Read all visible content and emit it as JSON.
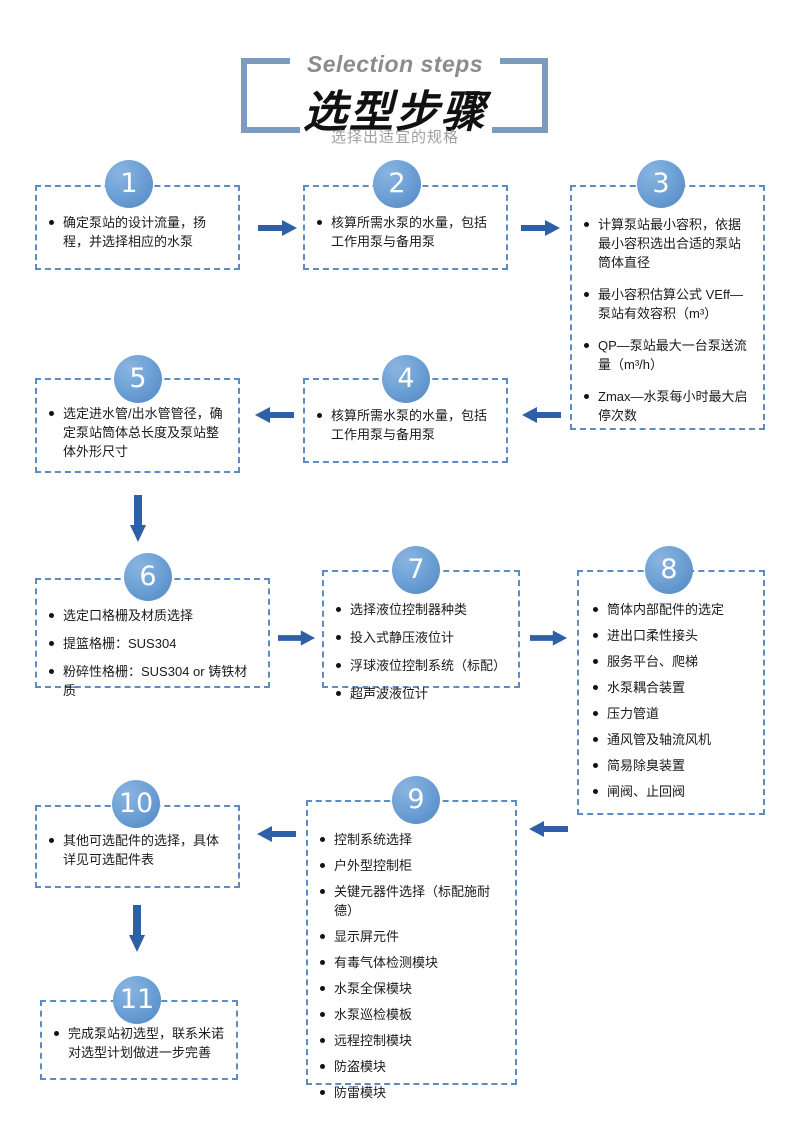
{
  "header": {
    "english_title": "Selection steps",
    "chinese_title": "选型步骤",
    "subtitle": "选择出适宜的规格",
    "frame_color": "#7b9cc0"
  },
  "theme": {
    "box_border": "#5b8cc4",
    "badge_blue": "#6fa2d6",
    "arrow_blue": "#2f5fa6",
    "text": "#1a1a1a",
    "muted": "#9b9b9b"
  },
  "steps": [
    {
      "number": "1",
      "bullets": [
        "确定泵站的设计流量，扬程，并选择相应的水泵"
      ]
    },
    {
      "number": "2",
      "bullets": [
        "核算所需水泵的水量，包括工作用泵与备用泵"
      ]
    },
    {
      "number": "3",
      "bullets": [
        "计算泵站最小容积，依据最小容积选出合适的泵站筒体直径",
        "最小容积估算公式 VEff—泵站有效容积（m³）",
        "QP—泵站最大一台泵送流量（m³/h）",
        "Zmax—水泵每小时最大启停次数"
      ]
    },
    {
      "number": "4",
      "bullets": [
        "核算所需水泵的水量，包括工作用泵与备用泵"
      ]
    },
    {
      "number": "5",
      "bullets": [
        "选定进水管/出水管管径，确定泵站筒体总长度及泵站整体外形尺寸"
      ]
    },
    {
      "number": "6",
      "bullets": [
        "选定口格栅及材质选择",
        "提篮格栅：SUS304",
        "粉碎性格栅：SUS304 or 铸铁材质"
      ]
    },
    {
      "number": "7",
      "bullets": [
        "选择液位控制器种类",
        "投入式静压液位计",
        "浮球液位控制系统（标配）",
        "超声波液位计"
      ]
    },
    {
      "number": "8",
      "bullets": [
        "筒体内部配件的选定",
        "进出口柔性接头",
        "服务平台、爬梯",
        "水泵耦合装置",
        "压力管道",
        "通风管及轴流风机",
        "简易除臭装置",
        "闸阀、止回阀"
      ]
    },
    {
      "number": "9",
      "bullets": [
        "控制系统选择",
        "户外型控制柜",
        "关键元器件选择（标配施耐德）",
        "显示屏元件",
        "有毒气体检测模块",
        "水泵全保模块",
        "水泵巡检模板",
        "远程控制模块",
        "防盗模块",
        "防雷模块"
      ]
    },
    {
      "number": "10",
      "bullets": [
        "其他可选配件的选择，具体详见可选配件表"
      ]
    },
    {
      "number": "11",
      "bullets": [
        "完成泵站初选型，联系米诺对选型计划做进一步完善"
      ]
    }
  ],
  "connectors": [
    {
      "name": "arrow-1-to-2",
      "direction": "right"
    },
    {
      "name": "arrow-2-to-3",
      "direction": "right"
    },
    {
      "name": "arrow-3-to-4",
      "direction": "left"
    },
    {
      "name": "arrow-4-to-5",
      "direction": "left"
    },
    {
      "name": "arrow-5-to-6",
      "direction": "down"
    },
    {
      "name": "arrow-6-to-7",
      "direction": "right"
    },
    {
      "name": "arrow-7-to-8",
      "direction": "right"
    },
    {
      "name": "arrow-8-to-9",
      "direction": "left"
    },
    {
      "name": "arrow-9-to-10",
      "direction": "left"
    },
    {
      "name": "arrow-10-to-11",
      "direction": "down"
    }
  ]
}
